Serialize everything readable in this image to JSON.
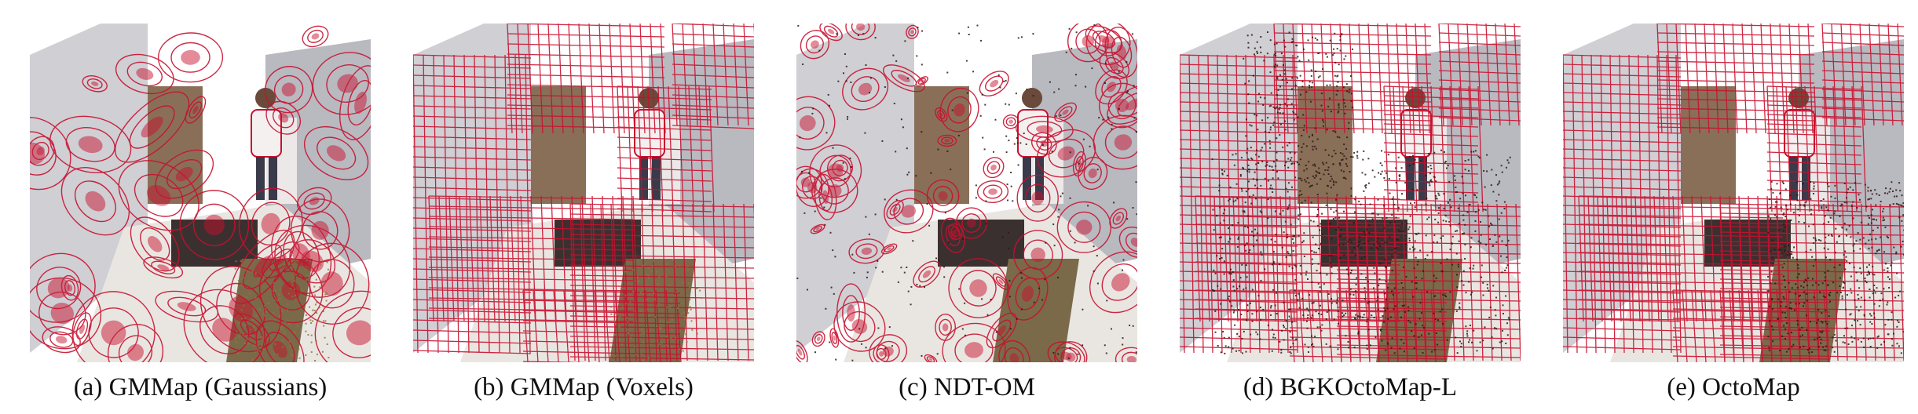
{
  "figure": {
    "panels": [
      {
        "label": "(a)",
        "caption": "GMMap (Gaussians)",
        "style": "gaussians"
      },
      {
        "label": "(b)",
        "caption": "GMMap (Voxels)",
        "style": "voxels"
      },
      {
        "label": "(c)",
        "caption": "NDT-OM",
        "style": "ndt"
      },
      {
        "label": "(d)",
        "caption": "BGKOctoMap-L",
        "style": "bgk"
      },
      {
        "label": "(e)",
        "caption": "OctoMap",
        "style": "octo"
      }
    ],
    "colors": {
      "wireframe": "#c8102e",
      "wireframe_dark": "#8e0b22",
      "point_cloud": "#2a1a14",
      "background": "#ffffff"
    }
  }
}
